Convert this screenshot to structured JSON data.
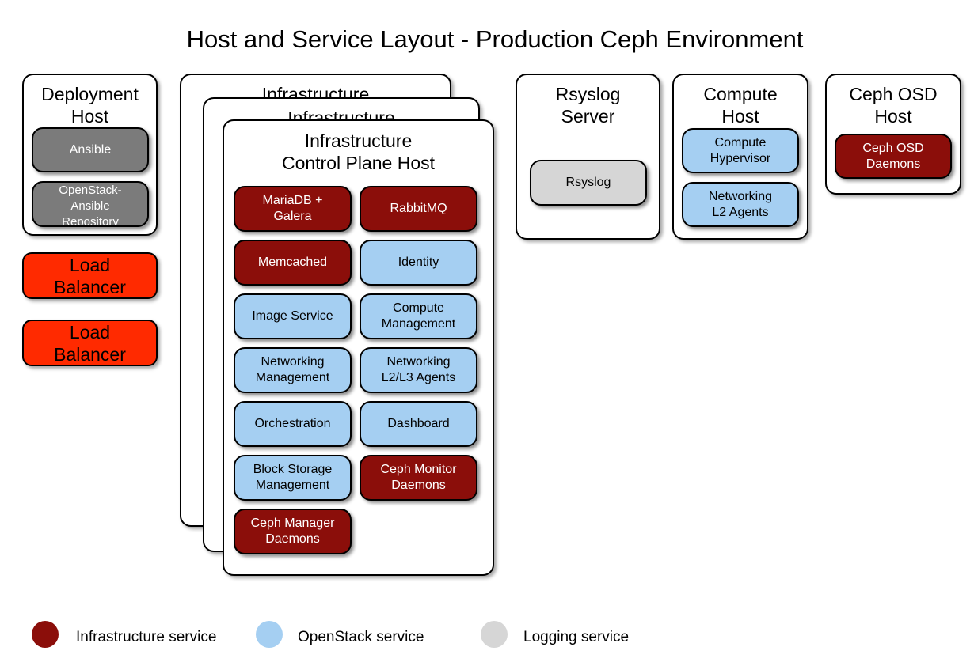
{
  "title": "Host and Service Layout - Production Ceph Environment",
  "colors": {
    "infrastructure": "#8b0e0a",
    "openstack": "#a5cff2",
    "logging": "#d6d6d6",
    "deployment": "#7b7b7b",
    "load_balancer": "#ff2a00"
  },
  "deployment_host": {
    "title": "Deployment\nHost",
    "services": [
      "Ansible",
      "OpenStack-\nAnsible\nRepository"
    ]
  },
  "load_balancers": [
    "Load\nBalancer",
    "Load\nBalancer"
  ],
  "infra_back_title": "Infrastructure",
  "infra_mid_title": "Infrastructure",
  "infra_host": {
    "title": "Infrastructure\nControl Plane Host",
    "services": [
      {
        "label": "MariaDB +\nGalera",
        "kind": "infrastructure"
      },
      {
        "label": "RabbitMQ",
        "kind": "infrastructure"
      },
      {
        "label": "Memcached",
        "kind": "infrastructure"
      },
      {
        "label": "Identity",
        "kind": "openstack"
      },
      {
        "label": "Image Service",
        "kind": "openstack"
      },
      {
        "label": "Compute\nManagement",
        "kind": "openstack"
      },
      {
        "label": "Networking\nManagement",
        "kind": "openstack"
      },
      {
        "label": "Networking\nL2/L3 Agents",
        "kind": "openstack"
      },
      {
        "label": "Orchestration",
        "kind": "openstack"
      },
      {
        "label": "Dashboard",
        "kind": "openstack"
      },
      {
        "label": "Block Storage\nManagement",
        "kind": "openstack"
      },
      {
        "label": "Ceph Monitor\nDaemons",
        "kind": "infrastructure"
      },
      {
        "label": "Ceph Manager\nDaemons",
        "kind": "infrastructure"
      }
    ]
  },
  "rsyslog_host": {
    "title": "Rsyslog\nServer",
    "services": [
      "Rsyslog"
    ]
  },
  "compute_host": {
    "title": "Compute\nHost",
    "services": [
      "Compute\nHypervisor",
      "Networking\nL2 Agents"
    ]
  },
  "ceph_osd_host": {
    "title": "Ceph OSD\nHost",
    "services": [
      "Ceph OSD\nDaemons"
    ]
  },
  "legend": [
    {
      "label": "Infrastructure service",
      "color": "#8b0e0a"
    },
    {
      "label": "OpenStack service",
      "color": "#a5cff2"
    },
    {
      "label": "Logging service",
      "color": "#d6d6d6"
    }
  ]
}
